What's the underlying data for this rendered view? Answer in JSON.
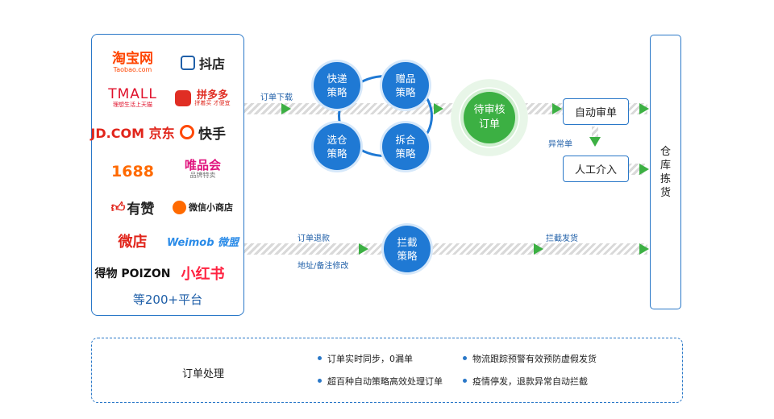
{
  "platforms": {
    "items": [
      {
        "name": "淘宝网",
        "sub": "Taobao.com",
        "color": "#ff4400"
      },
      {
        "name": "抖店",
        "sub": "",
        "color": "#1f1f1f"
      },
      {
        "name": "TMALL",
        "sub": "理想生活上天猫",
        "color": "#e0112b"
      },
      {
        "name": "拼多多",
        "sub": "拼着买 才便宜",
        "color": "#e02e24"
      },
      {
        "name": "JD.COM 京东",
        "sub": "",
        "color": "#e1251b"
      },
      {
        "name": "快手",
        "sub": "",
        "color": "#1f1f1f"
      },
      {
        "name": "1688",
        "sub": "",
        "color": "#ff6a00"
      },
      {
        "name": "唯品会",
        "sub": "品牌特卖",
        "color": "#e0137d"
      },
      {
        "name": "有赞",
        "sub": "",
        "color": "#1f1f1f"
      },
      {
        "name": "微信小商店",
        "sub": "",
        "color": "#1f1f1f"
      },
      {
        "name": "微店",
        "sub": "",
        "color": "#e1251b"
      },
      {
        "name": "Weimob 微盟",
        "sub": "",
        "color": "#2a8be8"
      },
      {
        "name": "得物 POIZON",
        "sub": "",
        "color": "#111111"
      },
      {
        "name": "小红书",
        "sub": "",
        "color": "#ff2442"
      }
    ],
    "total_label": "等200+平台"
  },
  "flow": {
    "download_label": "订单下载",
    "refund_label": "订单退款",
    "modify_label": "地址/备注修改",
    "exception_label": "异常单",
    "intercept_ship_label": "拦截发货"
  },
  "strategies": {
    "express": "快递策略",
    "gift": "赠品策略",
    "warehouse": "选仓策略",
    "split": "拆合策略",
    "intercept": "拦截策略"
  },
  "review_node": "待审核订单",
  "auto_review": "自动审单",
  "manual": "人工介入",
  "warehouse_pick": "仓库拣货",
  "summary": {
    "title": "订单处理",
    "bullets": [
      "订单实时同步，0漏单",
      "物流跟踪预警有效预防虚假发货",
      "超百种自动策略高效处理订单",
      "疫情停发，退款异常自动拦截"
    ]
  },
  "colors": {
    "primary": "#1f79d4",
    "accent": "#3cb043",
    "border": "#2a78c8"
  }
}
